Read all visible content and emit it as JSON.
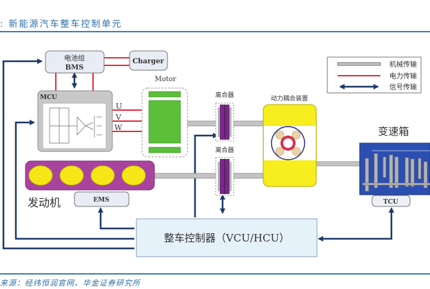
{
  "header": {
    "caption": "图：新能源汽车整车控制单元",
    "caption_visible": ":  新能源汽车整车控制单元"
  },
  "footer": {
    "source": "资料来源：经纬恒润官网、华金证券研究所",
    "source_visible": "来源：经纬恒润官网、华金证券研究所"
  },
  "legend": {
    "items": [
      {
        "label": "机械传输",
        "type": "mechanical"
      },
      {
        "label": "电力传输",
        "type": "electrical"
      },
      {
        "label": "信号传输",
        "type": "signal"
      }
    ]
  },
  "components": {
    "bms": {
      "line1": "电池组",
      "line2": "BMS"
    },
    "charger": "Charger",
    "mcu": "MCU",
    "phases": [
      "U",
      "V",
      "W"
    ],
    "motor": "Motor",
    "clutch_top": "离合器",
    "clutch_bottom": "离合器",
    "coupler": "动力耦合装置",
    "gearbox": "变速箱",
    "engine": "发动机",
    "ems": "EMS",
    "tcu": "TCU",
    "vcu": "整车控制器（VCU/HCU）"
  },
  "colors": {
    "signal": "#1f3a66",
    "electrical": "#e0323c",
    "mechanical": "#b8b8b8",
    "motor_green": "#5cbf3a",
    "engine_purple": "#a8449e",
    "cylinder_yellow": "#f5e617",
    "coupler_yellow": "#f6ee1e",
    "gearbox_blue": "#2b4fb0",
    "clutch_purple": "#7a2a86",
    "box_fill": "#e8ecf5",
    "vcu_fill": "#e6f2fa"
  }
}
